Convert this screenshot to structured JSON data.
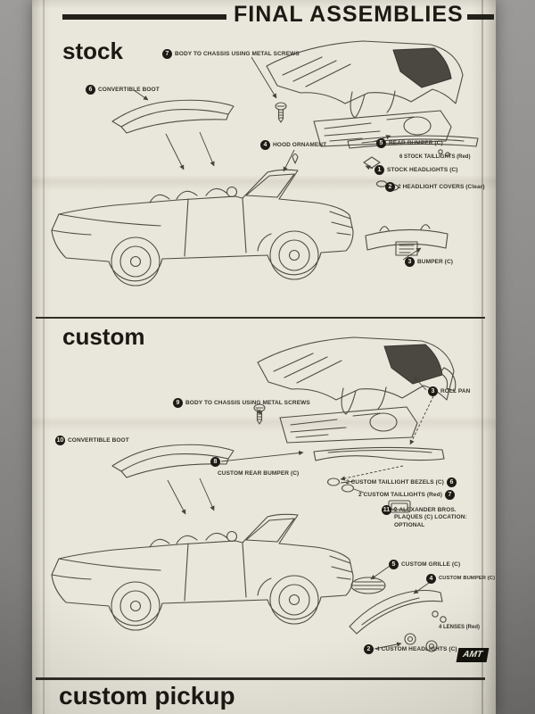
{
  "colors": {
    "paper": "#e9e6db",
    "ink": "#2c2a24",
    "backdrop": "#8f8d8b",
    "callout_bg": "#1d1b16"
  },
  "header": {
    "title": "FINAL ASSEMBLIES"
  },
  "brand": {
    "logo_text": "AMT"
  },
  "sections": [
    {
      "heading": "stock",
      "callouts": [
        {
          "num": "7",
          "label": "BODY TO CHASSIS USING METAL SCREWS"
        },
        {
          "num": "6",
          "label": "CONVERTIBLE BOOT"
        },
        {
          "num": "4",
          "label": "HOOD ORNAMENT"
        },
        {
          "num": "5",
          "label": "REAR BUMPER (C)"
        },
        {
          "num": "1",
          "label": "STOCK HEADLIGHTS (C)"
        },
        {
          "num": "2",
          "label": "2 HEADLIGHT COVERS (Clear)"
        },
        {
          "num": "3",
          "label": "BUMPER (C)"
        }
      ],
      "notes": [
        "6 STOCK TAILLIGHTS (Red)"
      ]
    },
    {
      "heading": "custom",
      "callouts": [
        {
          "num": "9",
          "label": "BODY TO CHASSIS USING METAL SCREWS"
        },
        {
          "num": "3",
          "label": "ROLL PAN"
        },
        {
          "num": "10",
          "label": "CONVERTIBLE BOOT"
        },
        {
          "num": "8",
          "label": "CUSTOM REAR BUMPER (C)"
        },
        {
          "num": "6",
          "label": "2 CUSTOM TAILLIGHT BEZELS (C)"
        },
        {
          "num": "7",
          "label": "2 CUSTOM TAILLIGHTS (Red)"
        },
        {
          "num": "11",
          "label": "2 ALEXANDER BROS. PLAQUES (C) LOCATION: OPTIONAL"
        },
        {
          "num": "5",
          "label": "CUSTOM GRILLE (C)"
        },
        {
          "num": "4",
          "label": "CUSTOM BUMPER (C)"
        },
        {
          "num": "2",
          "label": "4 CUSTOM HEADLIGHTS (C)"
        }
      ],
      "notes": [
        "4 LENSES (Red)"
      ]
    },
    {
      "heading": "custom pickup",
      "callouts": [],
      "notes": []
    }
  ]
}
